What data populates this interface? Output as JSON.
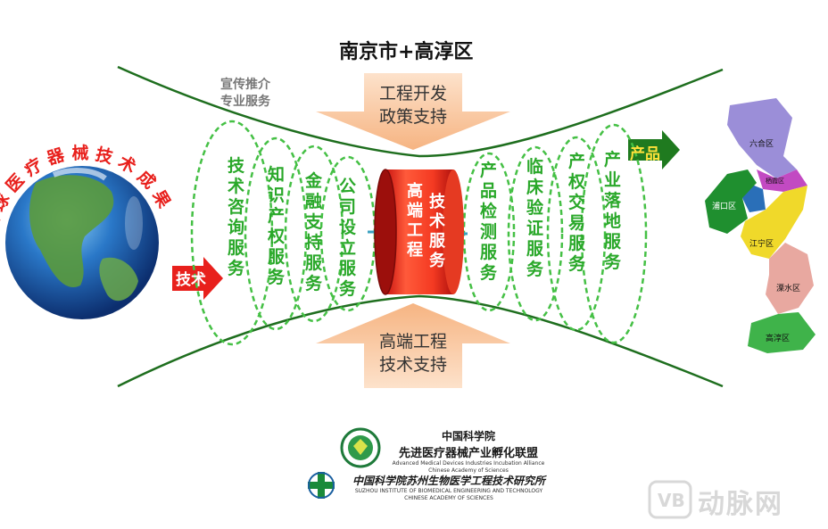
{
  "title": "南京市+高淳区",
  "promo_line1": "宣传推介",
  "promo_line2": "专业服务",
  "global_tech": "全球医疗器械技术成果",
  "input_label": "技术",
  "output_label": "产品",
  "top_arrow": {
    "line1": "工程开发",
    "line2": "政策支持"
  },
  "bottom_arrow": {
    "line1": "高端工程",
    "line2": "技术支持"
  },
  "left_services": [
    "技术咨询服务",
    "知识产权服务",
    "金融支持服务",
    "公司设立服务"
  ],
  "drum": {
    "col1": "高端工程",
    "col2": "技术服务"
  },
  "right_services": [
    "产品检测服务",
    "临床验证服务",
    "产权交易服务",
    "产业落地服务"
  ],
  "map_districts": [
    "六合区",
    "栖霞区",
    "浦口区",
    "江宁区",
    "溧水区",
    "高淳区"
  ],
  "org1": {
    "name_cn_1": "中国科学院",
    "name_cn_2": "先进医疗器械产业孵化联盟",
    "name_en_1": "Advanced Medical Devices Industries Incubation Alliance",
    "name_en_2": "Chinese Academy of Sciences"
  },
  "org2": {
    "name_cn": "中国科学院苏州生物医学工程技术研究所",
    "name_en_1": "SUZHOU INSTITUTE OF BIOMEDICAL ENGINEERING AND TECHNOLOGY",
    "name_en_2": "CHINESE ACADEMY OF SCIENCES"
  },
  "watermark": "动脉网",
  "colors": {
    "green": "#2aa82a",
    "dark_green": "#1a7a1a",
    "red": "#e8201c",
    "peach": "#f9c89e"
  }
}
